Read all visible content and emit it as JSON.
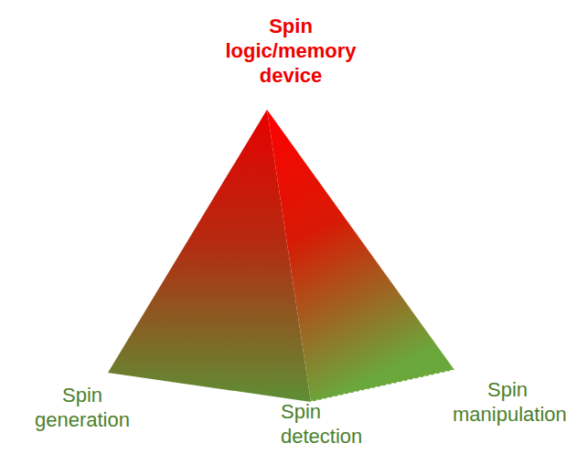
{
  "diagram": {
    "labels": [
      "Spin logic/memory device",
      "Spin generation",
      "Spin detection",
      "Spin manipulation"
    ]
  }
}
